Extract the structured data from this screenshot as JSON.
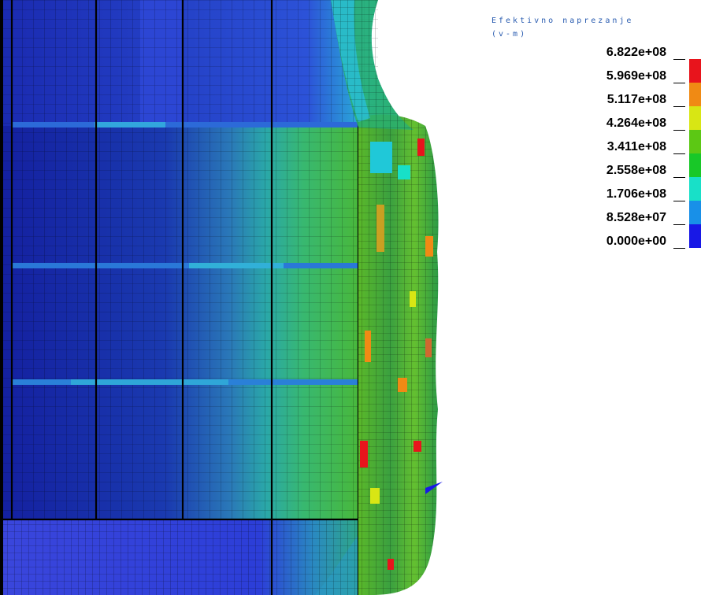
{
  "legend": {
    "title_line1": "Efektivno naprezanje",
    "title_line2": "(v-m)",
    "values": [
      "6.822e+08",
      "5.969e+08",
      "5.117e+08",
      "4.264e+08",
      "3.411e+08",
      "2.558e+08",
      "1.706e+08",
      "8.528e+07",
      "0.000e+00"
    ],
    "colors": [
      "#e8141c",
      "#f08a14",
      "#d8e614",
      "#5cc814",
      "#18c828",
      "#18e0c8",
      "#1890e8",
      "#1818e6"
    ]
  },
  "model": {
    "description_colors": {
      "background_dark": "#141ea0",
      "panel_blue": "#2a3ad8",
      "damage_green": "#3ca83c"
    }
  }
}
